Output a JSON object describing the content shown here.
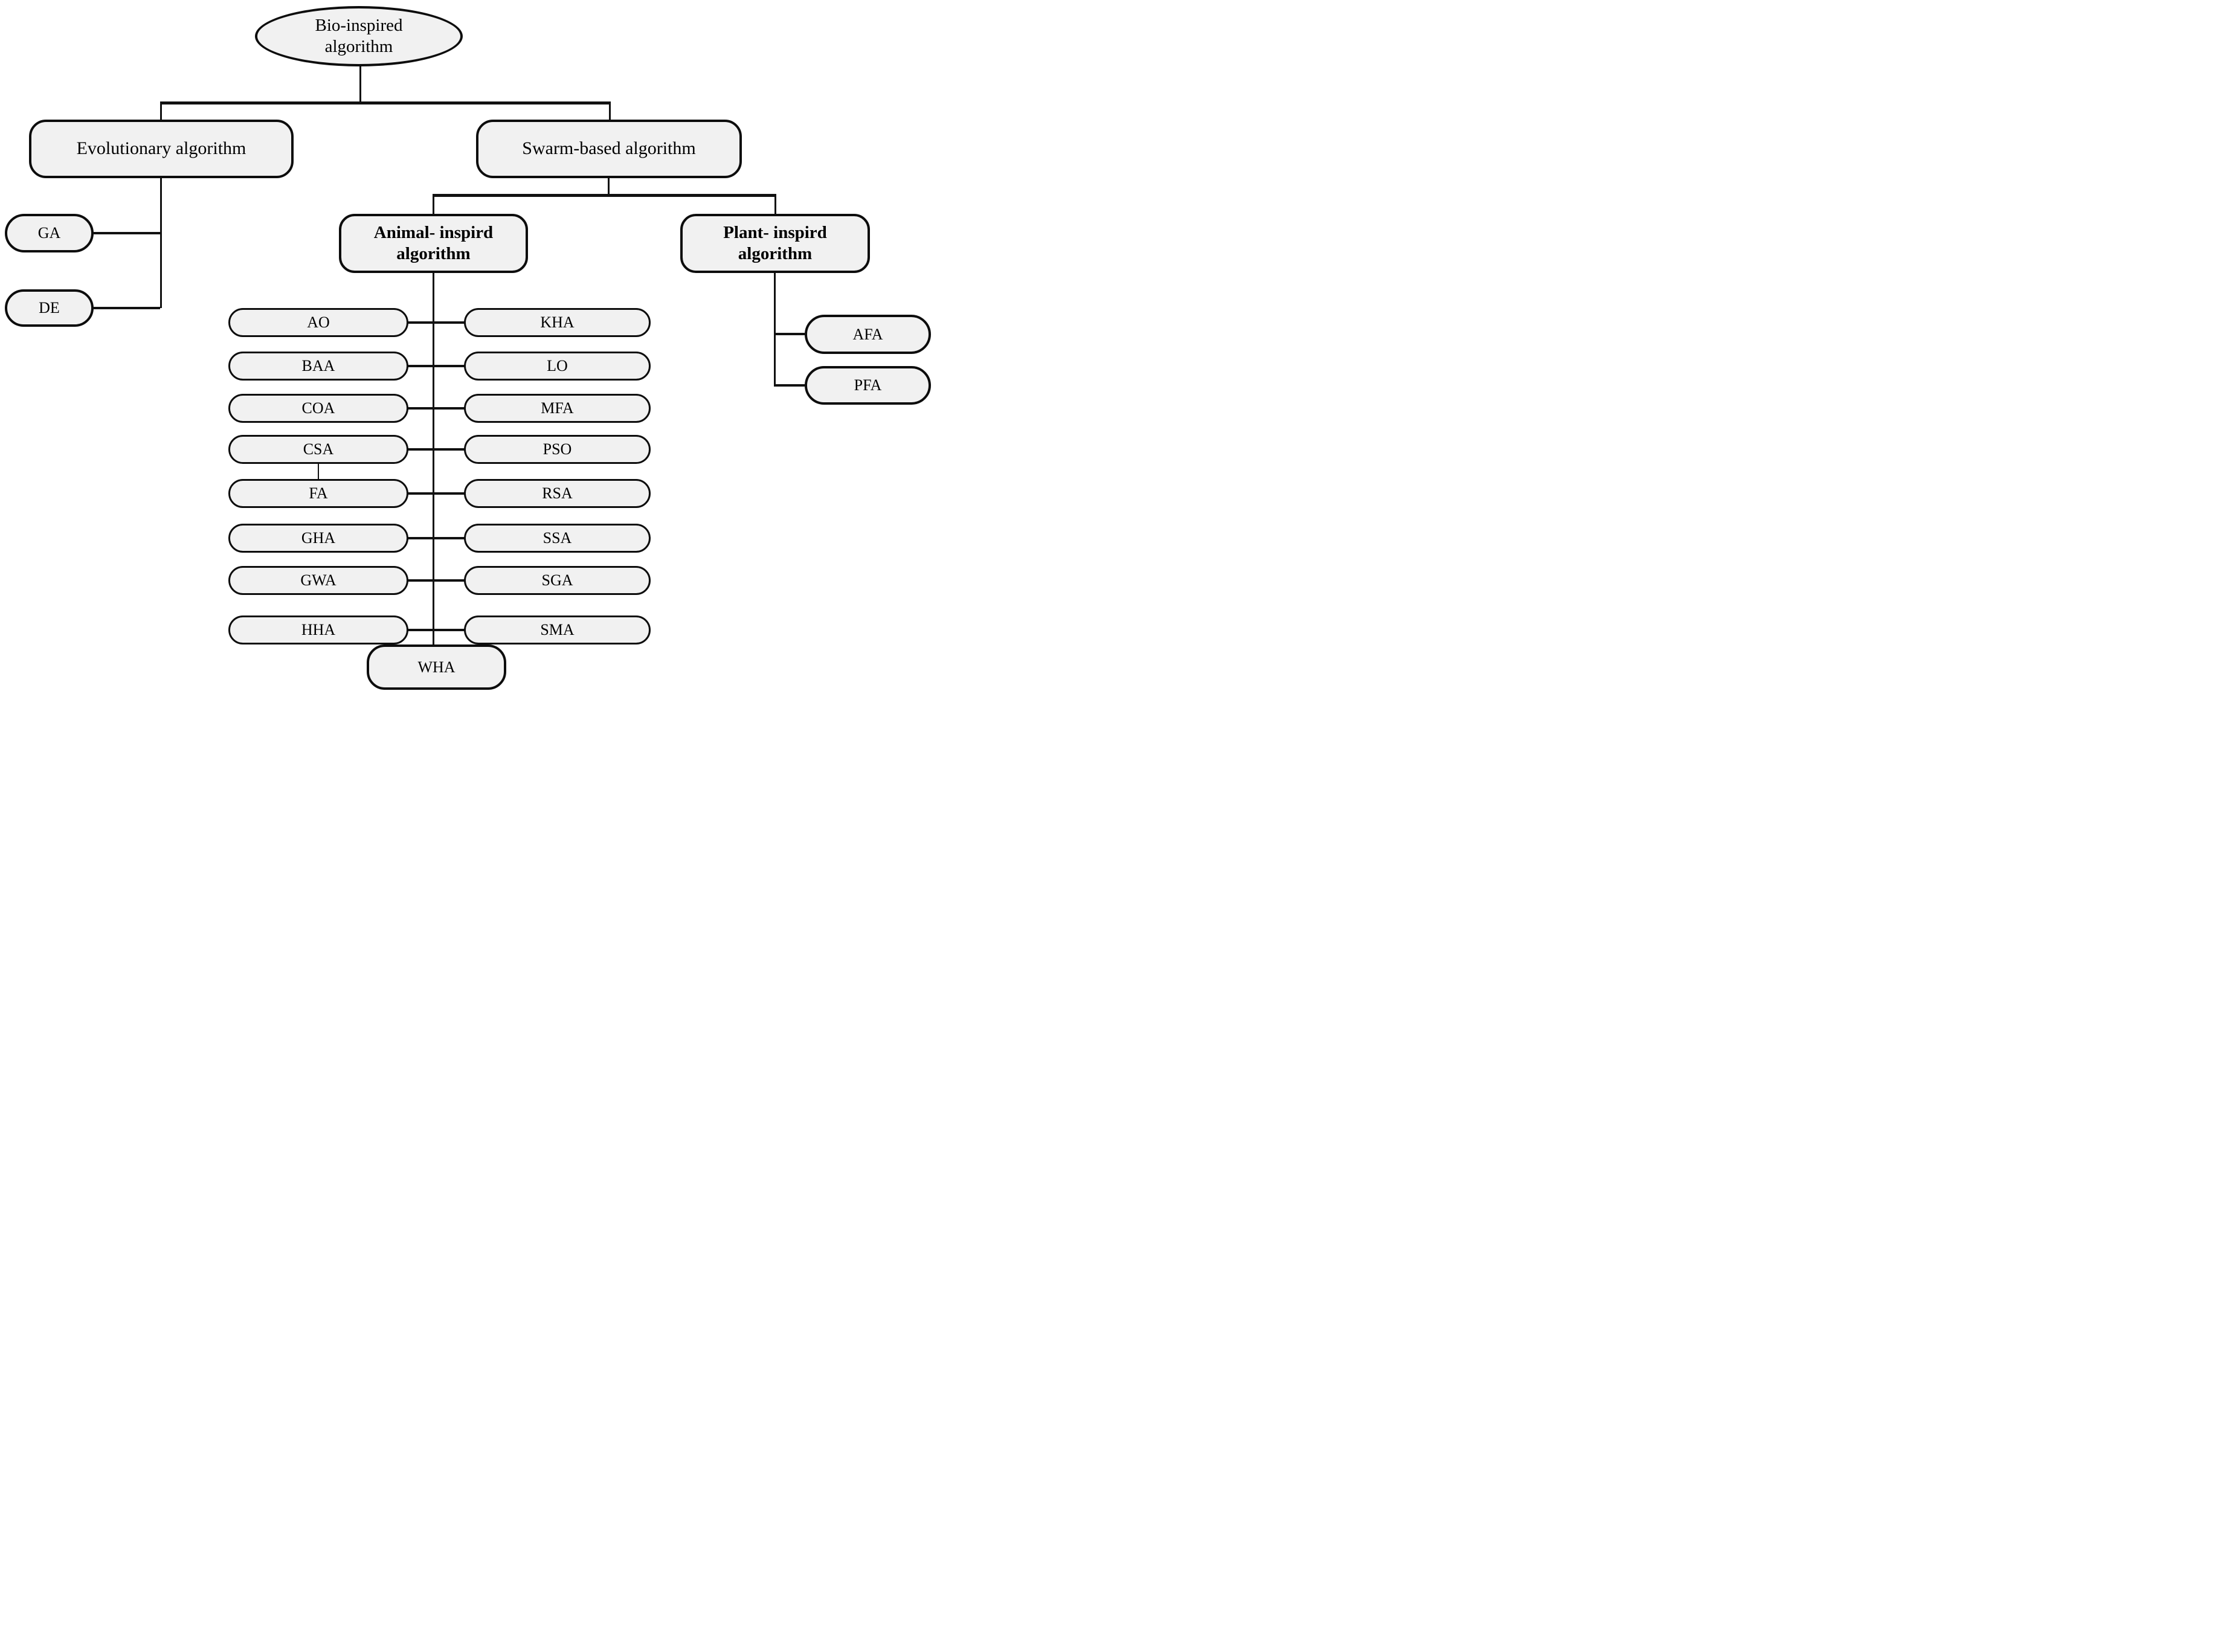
{
  "diagram": {
    "root": {
      "line1": "Bio-inspired",
      "line2": "algorithm"
    },
    "level2": {
      "evolutionary": "Evolutionary algorithm",
      "swarm": "Swarm-based algorithm"
    },
    "evolutionary_children": [
      "GA",
      "DE"
    ],
    "level3": {
      "animal": {
        "line1": "Animal- inspird",
        "line2": "algorithm"
      },
      "plant": {
        "line1": "Plant- inspird",
        "line2": "algorithm"
      }
    },
    "animal_left": [
      "AO",
      "BAA",
      "COA",
      "CSA",
      "FA",
      "GHA",
      "GWA",
      "HHA"
    ],
    "animal_right": [
      "KHA",
      "LO",
      "MFA",
      "PSO",
      "RSA",
      "SSA",
      "SGA",
      "SMA"
    ],
    "animal_bottom": "WHA",
    "plant_children": [
      "AFA",
      "PFA"
    ],
    "colors": {
      "node_fill": "#f1f1f1",
      "node_border": "#0d0d0d",
      "line": "#111111",
      "background": "#ffffff"
    }
  }
}
